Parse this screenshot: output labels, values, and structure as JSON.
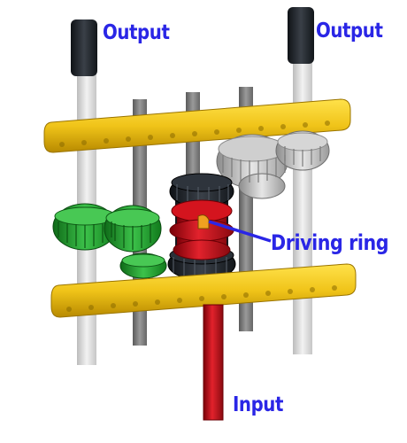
{
  "labels": {
    "output_left": "Output",
    "output_right": "Output",
    "driving_ring": "Driving ring",
    "input": "Input"
  },
  "colors": {
    "label": "#2a26e6",
    "frame_beam": "#f0c419",
    "red_parts": "#c0101a",
    "black_parts": "#1a1f26",
    "green_gears": "#1e9a2a",
    "gray_gears": "#b8b8b8",
    "axle_light": "#dcdcdc",
    "axle_dark": "#7a7a7a"
  }
}
